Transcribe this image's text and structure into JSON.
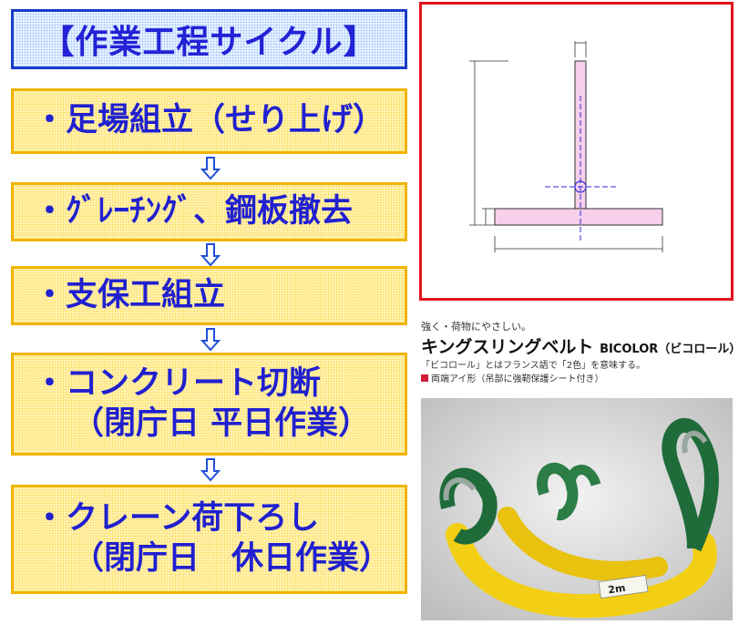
{
  "flow": {
    "title": "【作業工程サイクル】",
    "steps": [
      {
        "lines": [
          "・足場組立（せり上げ）"
        ]
      },
      {
        "lines": [
          "・ｸﾞﾚｰﾁﾝｸﾞ、鋼板撤去"
        ]
      },
      {
        "lines": [
          "・支保工組立"
        ]
      },
      {
        "lines": [
          "・コンクリート切断",
          "（閉庁日 平日作業）"
        ]
      },
      {
        "lines": [
          "・クレーン荷下ろし",
          "（閉庁日　休日作業）"
        ]
      }
    ],
    "arrow_icon": "down-arrow-icon"
  },
  "colors": {
    "title_border": "#1a3cc8",
    "title_text": "#2222d6",
    "step_border": "#f0b400",
    "step_fill": "#fff4b8",
    "step_text": "#2020d0",
    "drawing_border": "#e0141e",
    "drawing_fill": "#f7d0ec",
    "belt_yellow": "#f2cf14",
    "belt_green": "#1f6b3a"
  },
  "catalog": {
    "tagline": "強く・荷物にやさしい。",
    "title": "キングスリングベルト",
    "subtitle": "BICOLOR（ビコロール）",
    "note": "「ビコロール」とはフランス語で「2色」を意味する。",
    "spec": "両端アイ形（吊部に強靭保護シート付き）",
    "belt_tag": "2m"
  }
}
